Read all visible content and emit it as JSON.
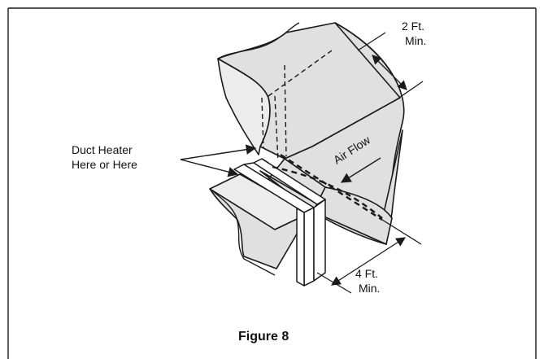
{
  "diagram": {
    "label_heater_line1": "Duct Heater",
    "label_heater_line2": "Here or Here",
    "label_airflow": "Air Flow",
    "dim_top_line1": "2 Ft.",
    "dim_top_line2": "Min.",
    "dim_bottom_line1": "4 Ft.",
    "dim_bottom_line2": "Min.",
    "caption": "Figure 8"
  },
  "colors": {
    "duct_fill": "#e0e0e0",
    "frame_border": "#1a1a1a",
    "background": "#ffffff"
  }
}
